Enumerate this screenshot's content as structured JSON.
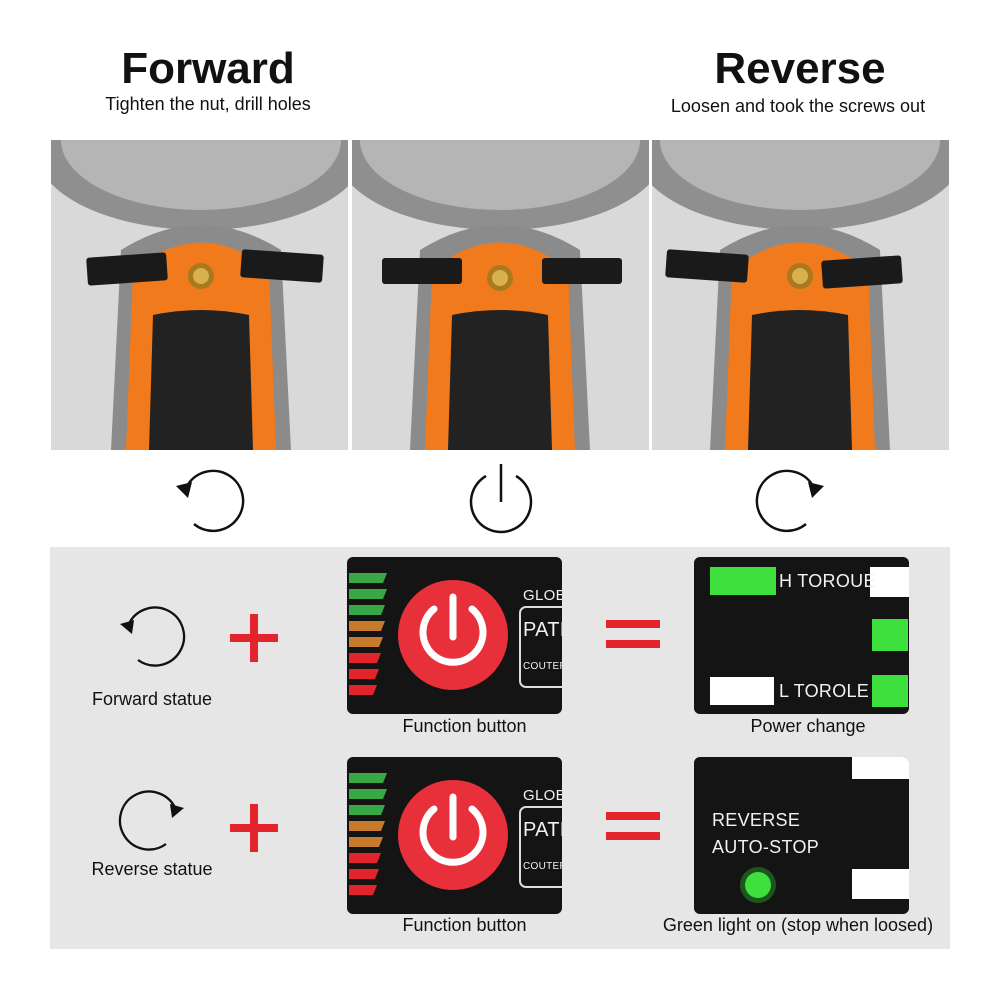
{
  "header": {
    "left_title": "Forward",
    "left_sub": "Tighten the nut, drill holes",
    "right_title": "Reverse",
    "right_sub": "Loosen and took the screws out"
  },
  "photos": [
    {
      "name": "forward-position"
    },
    {
      "name": "neutral-position"
    },
    {
      "name": "reverse-position"
    }
  ],
  "icons": [
    "counterclockwise-arrow-icon",
    "power-icon",
    "clockwise-arrow-icon"
  ],
  "rows": [
    {
      "status_label": "Forward statue",
      "button_caption": "Function button",
      "result_caption": "Power change",
      "side_text": [
        "GLOB",
        "PATE",
        "COUTER"
      ],
      "result": {
        "h_label": "H TOROUE",
        "l_label": "L TOROLE"
      }
    },
    {
      "status_label": "Reverse statue",
      "button_caption": "Function button",
      "result_caption": "Green light on (stop when loosed)",
      "side_text": [
        "GLOB",
        "PATE",
        "COUTER"
      ],
      "result": {
        "line1": "REVERSE",
        "line2": "AUTO-STOP"
      }
    }
  ],
  "colors": {
    "orange": "#f07a1c",
    "red": "#e4242c",
    "green": "#3ee03e",
    "panel": "#e6e6e6",
    "dark": "#141414"
  }
}
